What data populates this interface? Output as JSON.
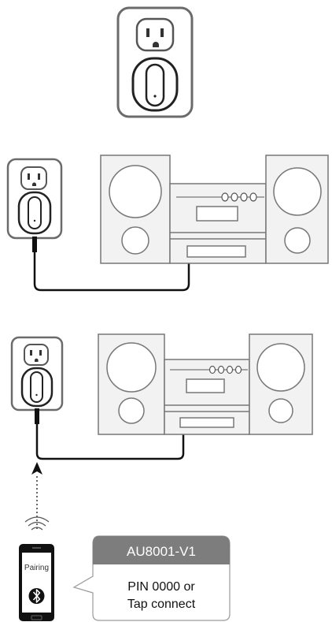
{
  "illustrations": {
    "step1": {
      "subject": "wall outlet with plug-in bluetooth receiver"
    },
    "step2": {
      "subject": "receiver plugged into outlet, cable connected to stereo system"
    },
    "step3": {
      "subject": "phone pairing with receiver via bluetooth"
    }
  },
  "phone": {
    "status_text": "Pairing",
    "icon": "bluetooth-icon"
  },
  "callout": {
    "device_name": "AU8001-V1",
    "line1": "PIN 0000 or",
    "line2": "Tap connect"
  },
  "colors": {
    "outline": "#6b6b6b",
    "speaker_fill": "#f2f2f2",
    "cable": "#111111",
    "callout_header": "#7d7d7d",
    "callout_text": "#ffffff"
  }
}
